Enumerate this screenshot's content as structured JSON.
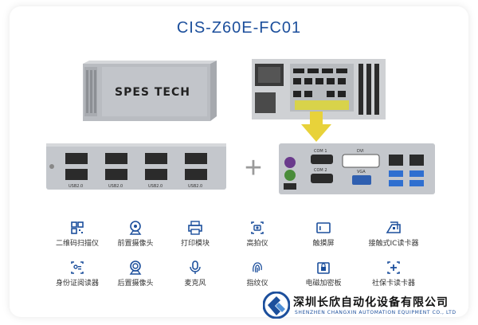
{
  "title": "CIS-Z60E-FC01",
  "device": {
    "front_logo": "SPES TECH",
    "usb_label": "USB2.0",
    "io_labels": {
      "com1": "COM 1",
      "com2": "COM 2",
      "dvi": "DVI",
      "vga": "VGA"
    }
  },
  "plus_symbol": "+",
  "peripherals": [
    {
      "label": "二维码扫描仪",
      "icon": "qr-scanner-icon"
    },
    {
      "label": "前置摄像头",
      "icon": "front-camera-icon"
    },
    {
      "label": "打印模块",
      "icon": "printer-icon"
    },
    {
      "label": "高拍仪",
      "icon": "document-camera-icon"
    },
    {
      "label": "触摸屏",
      "icon": "touchscreen-icon"
    },
    {
      "label": "接触式IC读卡器",
      "icon": "contact-ic-reader-icon"
    },
    {
      "label": "身份证阅读器",
      "icon": "id-card-reader-icon"
    },
    {
      "label": "后置摄像头",
      "icon": "rear-camera-icon"
    },
    {
      "label": "麦克风",
      "icon": "microphone-icon"
    },
    {
      "label": "指纹仪",
      "icon": "fingerprint-icon"
    },
    {
      "label": "电磁加密板",
      "icon": "encryption-pad-icon"
    },
    {
      "label": "社保卡读卡器",
      "icon": "social-card-reader-icon"
    }
  ],
  "company": {
    "name_cn": "深圳长欣自动化设备有限公司",
    "name_en": "SHENZHEN CHANGXIN AUTOMATION EQUIPMENT CO., LTD"
  },
  "colors": {
    "title": "#1c4f9c",
    "icon": "#1c4f9c",
    "arrow": "#e8d23a",
    "chassis": "#c4c7cc"
  }
}
